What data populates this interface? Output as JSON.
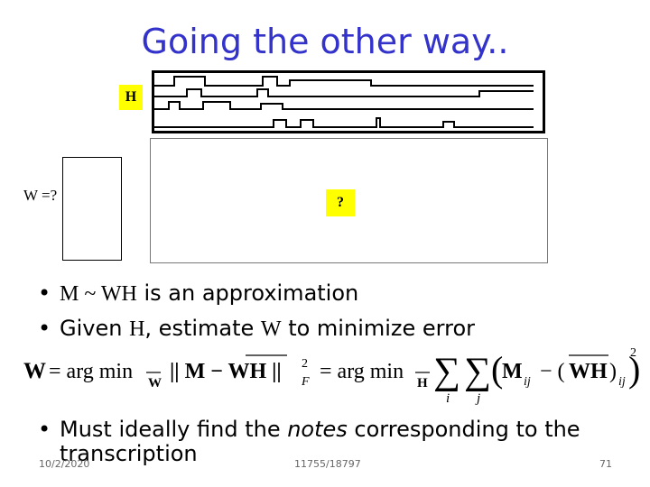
{
  "title": "Going the other way..",
  "h_label": "H",
  "w_label": "W =?",
  "m_label": "?",
  "bullets": [
    {
      "math": "M ~ WH",
      "text": " is an approximation"
    },
    {
      "pre": "Given ",
      "math1": "H",
      "mid": ", estimate ",
      "math2": "W",
      "post": " to minimize error"
    },
    {
      "pre": "Must ideally find the ",
      "em": "notes",
      "post": " corresponding to the",
      "cont": "transcription"
    }
  ],
  "equation": {
    "lhs": "W",
    "eq1": "= arg min",
    "sub1": "W",
    "norm_open": "|| M − WH ||",
    "sup2": "2",
    "subF": "F",
    "eq2": "= arg min",
    "sub2": "H",
    "sum": "∑",
    "sum_i": "i",
    "sum_j": "j",
    "paren_open": "(",
    "M": "M",
    "ij1": "ij",
    "minus": "− (",
    "WH": "WH",
    "close": ")",
    "ij2": "ij",
    "paren_close": ")",
    "pow": "2"
  },
  "footer": {
    "date": "10/2/2020",
    "course": "11755/18797",
    "page": "71"
  },
  "colors": {
    "title": "#3333cc",
    "label_bg": "#ffff00"
  }
}
